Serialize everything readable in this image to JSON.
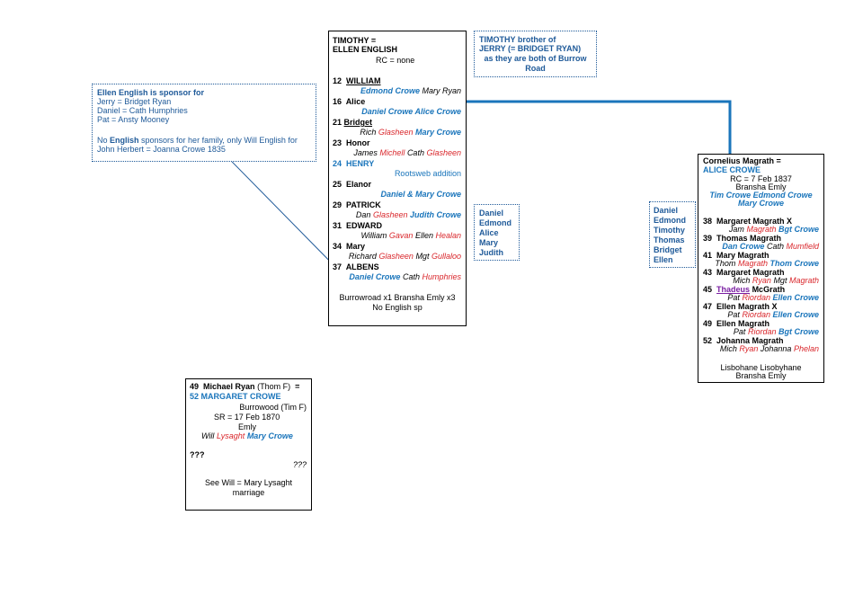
{
  "main": {
    "title1": "TIMOTHY =",
    "title2": "ELLEN ENGLISH",
    "rc": "RC = none",
    "c1_num": "12",
    "c1_name": "WILLIAM",
    "c1_a": "Edmond Crowe",
    "c1_b": "Mary Ryan",
    "c2_num": "16",
    "c2_name": "Alice",
    "c2_a": "Daniel Crowe",
    "c2_b": "Alice Crowe",
    "c3_num": "21",
    "c3_name": "Bridget",
    "c3_a": "Rich",
    "c3_b": "Glasheen",
    "c3_c": "Mary Crowe",
    "c4_num": "23",
    "c4_name": "Honor",
    "c4_a": "James",
    "c4_b": "Michell",
    "c4_c": "Cath",
    "c4_d": "Glasheen",
    "c5_num": "24",
    "c5_name": "HENRY",
    "c5_note": "Rootsweb addition",
    "c6_num": "25",
    "c6_name": "Elanor",
    "c6_a": "Daniel & Mary Crowe",
    "c7_num": "29",
    "c7_name": "PATRICK",
    "c7_a": "Dan",
    "c7_b": "Glasheen",
    "c7_c": "Judith Crowe",
    "c8_num": "31",
    "c8_name": "EDWARD",
    "c8_a": "William",
    "c8_b": "Gavan",
    "c8_c": "Ellen",
    "c8_d": "Healan",
    "c9_num": "34",
    "c9_name": "Mary",
    "c9_a": "Richard",
    "c9_b": "Glasheen",
    "c9_c": "Mgt",
    "c9_d": "Gullaloo",
    "c10_num": "37",
    "c10_name": "ALBENS",
    "c10_a": "Daniel Crowe",
    "c10_b": "Cath",
    "c10_c": "Humphries",
    "foot1": "Burrowroad x1  Bransha Emly x3",
    "foot2": "No English sp"
  },
  "note_timothy": {
    "l1": "TIMOTHY brother of",
    "l2": "JERRY (= BRIDGET RYAN)",
    "l3": "as they are both of Burrow",
    "l4": "Road"
  },
  "note_ellen": {
    "title": "Ellen English is sponsor for",
    "l1": "Jerry = Bridget Ryan",
    "l2": "Daniel = Cath Humphries",
    "l3": "Pat = Ansty Mooney",
    "l4a": "No ",
    "l4b": "English",
    "l4c": " sponsors for her family, only Will English for",
    "l5": "John Herbert = Joanna Crowe 1835"
  },
  "list1": [
    "Daniel",
    "Edmond",
    "Alice",
    "Mary",
    "Judith"
  ],
  "list2": [
    "Daniel",
    "Edmond",
    "Timothy",
    "Thomas",
    "Bridget",
    "Ellen"
  ],
  "magrath": {
    "title1": "Cornelius Magrath =",
    "title2": "ALICE CROWE",
    "rc": "RC =  7 Feb 1837",
    "place": "Bransha  Emly",
    "sp1": "Tim Crowe Edmond Crowe",
    "sp2": "Mary Crowe",
    "k1_num": "38",
    "k1_name": "Margaret Magrath X",
    "k1_a": "Jam",
    "k1_b": "Magrath",
    "k1_c": "Bgt Crowe",
    "k2_num": "39",
    "k2_name": "Thomas Magrath",
    "k2_a": "Dan Crowe",
    "k2_b": "Cath",
    "k2_c": "Mumfield",
    "k3_num": "41",
    "k3_name": "Mary Magrath",
    "k3_a": "Thom",
    "k3_b": "Magrath",
    "k3_c": "Thom Crowe",
    "k4_num": "43",
    "k4_name": "Margaret Magrath",
    "k4_a": "Mich",
    "k4_b": "Ryan",
    "k4_c": "Mgt",
    "k4_d": "Magrath",
    "k5_num": "45",
    "k5_name1": "Thadeus",
    "k5_name2": "McGrath",
    "k5_a": "Pat",
    "k5_b": "Riordan",
    "k5_c": "Ellen Crowe",
    "k6_num": "47",
    "k6_name": "Ellen Magrath X",
    "k6_a": "Pat",
    "k6_b": "Riordan",
    "k6_c": "Ellen Crowe",
    "k7_num": "49",
    "k7_name": "Ellen Magrath",
    "k7_a": "Pat",
    "k7_b": "Riordan",
    "k7_c": "Bgt Crowe",
    "k8_num": "52",
    "k8_name": "Johanna  Magrath",
    "k8_a": "Mich",
    "k8_b": "Ryan",
    "k8_c": "Johanna",
    "k8_d": "Phelan",
    "foot1": "Lisbohane  Lisobyhane",
    "foot2": "Bransha Emly"
  },
  "ryan": {
    "num1": "49",
    "name1": "Michael Ryan",
    "par1": "(Thom F)",
    "eq": "=",
    "num2": "52",
    "name2": "MARGARET CROWE",
    "par2": "Burrowood (Tim F)",
    "sr": "SR = 17 Feb 1870",
    "place": "Emly",
    "sp_a": "Will",
    "sp_b": "Lysaght",
    "sp_c": "Mary Crowe",
    "q1": "???",
    "q2": "???",
    "see1": "See Will = Mary Lysaght",
    "see2": "marriage"
  },
  "colors": {
    "dark_blue": "#1f5a99",
    "light_blue": "#1a75bb",
    "red": "#d9262b",
    "purple": "#7a1fa2"
  }
}
